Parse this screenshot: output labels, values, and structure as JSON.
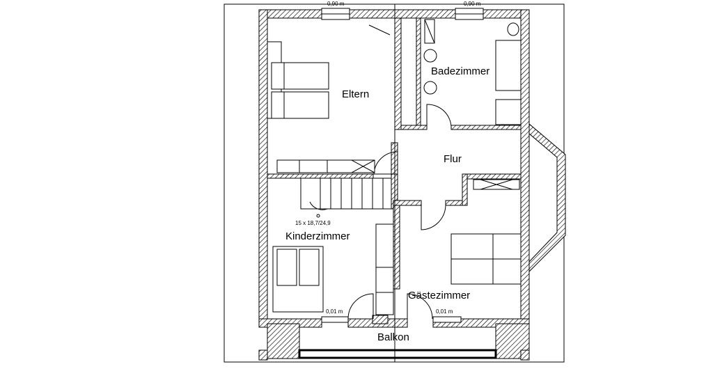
{
  "rooms": {
    "eltern": "Eltern",
    "badezimmer": "Badezimmer",
    "flur": "Flur",
    "kinderzimmer": "Kinderzimmer",
    "gaestezimmer": "Gästezimmer",
    "balkon": "Balkon"
  },
  "dimensions": {
    "window_left_top": "0,90 m",
    "window_right_top": "0,90 m",
    "stair": "15 x 18,7/24,9",
    "window_left_bottom": "0,01 m",
    "window_right_bottom": "0,01 m"
  }
}
